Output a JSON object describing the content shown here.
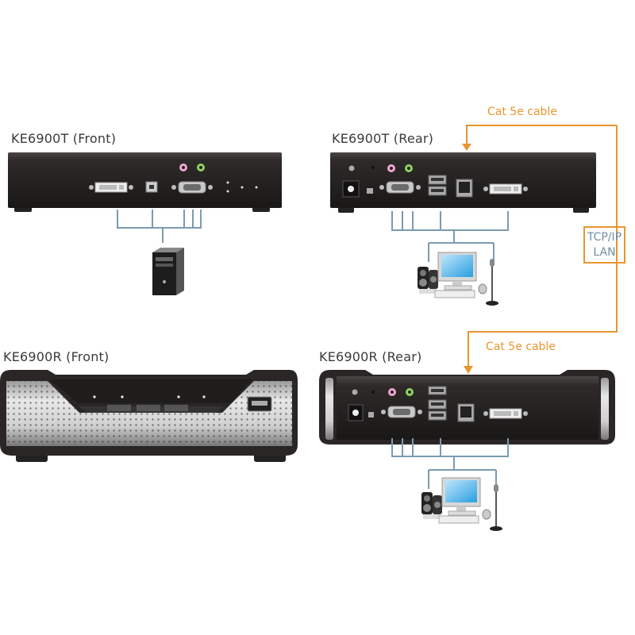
{
  "labels": {
    "t_front": "KE6900T (Front)",
    "t_rear": "KE6900T (Rear)",
    "r_front": "KE6900R (Front)",
    "r_rear": "KE6900R (Rear)"
  },
  "cable": {
    "top": "Cat 5e cable",
    "bottom": "Cat 5e cable",
    "network_line1": "TCP/IP",
    "network_line2": "LAN"
  },
  "colors": {
    "cable": "#e8952e",
    "connector": "#7b9bb2",
    "device": "#2a2626"
  }
}
